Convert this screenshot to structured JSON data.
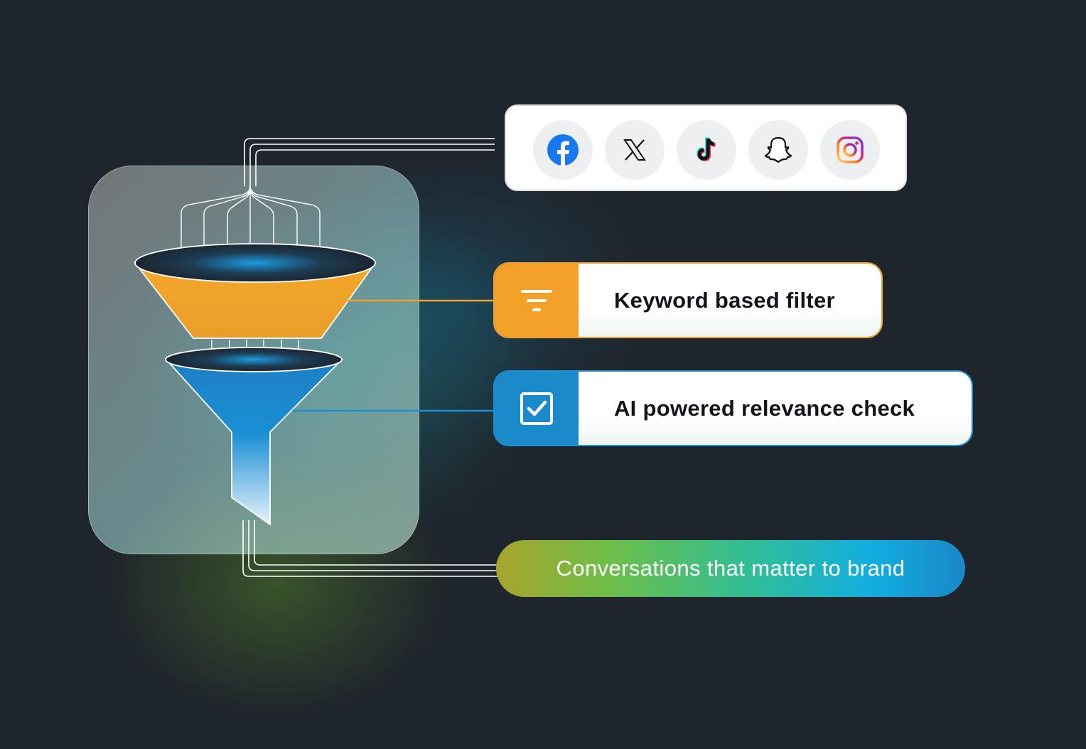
{
  "social_sources": [
    {
      "name": "facebook-icon"
    },
    {
      "name": "x-icon"
    },
    {
      "name": "tiktok-icon"
    },
    {
      "name": "snapchat-icon"
    },
    {
      "name": "instagram-icon"
    }
  ],
  "steps": {
    "keyword": {
      "label": "Keyword based filter",
      "icon": "filter-icon",
      "color": "#f4a12a"
    },
    "ai": {
      "label": "AI powered relevance check",
      "icon": "checkbox-icon",
      "color": "#1b8acb"
    }
  },
  "result": {
    "label": "Conversations that matter to brand"
  },
  "colors": {
    "background": "#1f252c",
    "funnel_top": "#f0a22a",
    "funnel_bottom": "#1b8acb"
  }
}
